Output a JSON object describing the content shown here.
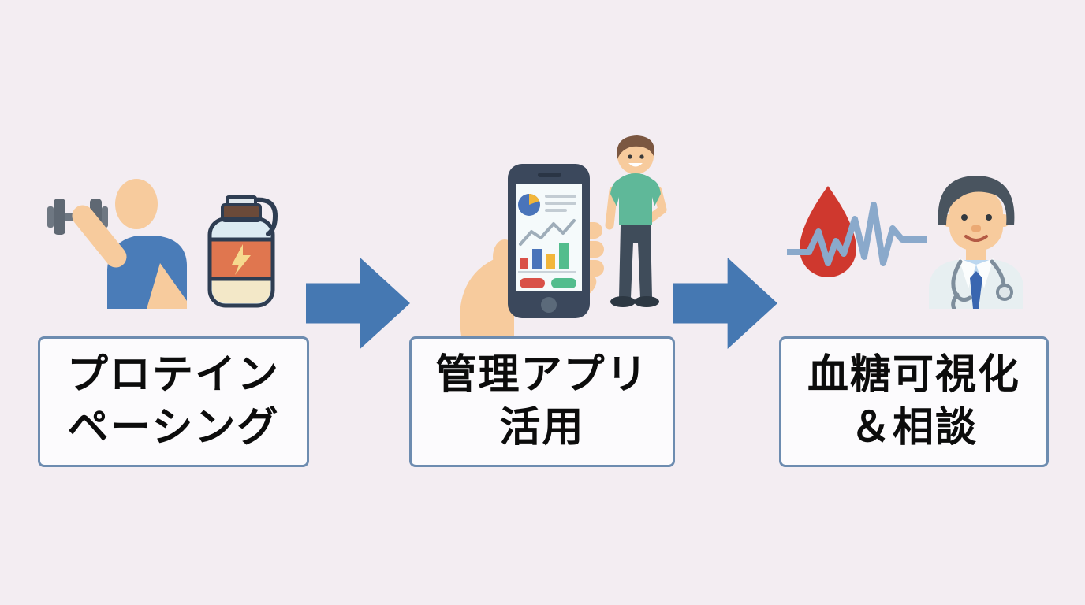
{
  "page": {
    "background_color": "#f3edf2",
    "arrow_color": "#4578b2",
    "box_border_color": "#6d8cb0",
    "box_background": "#fcfbfd",
    "text_color": "#0c0c0c"
  },
  "steps": [
    {
      "name": "protein-pacing",
      "line1": "プロテイン",
      "line2": "ペーシング",
      "icons": [
        "weightlifter-icon",
        "protein-bottle-icon"
      ]
    },
    {
      "name": "management-app",
      "line1": "管理アプリ",
      "line2": "活用",
      "icons": [
        "hand-phone-app-icon",
        "standing-person-icon"
      ]
    },
    {
      "name": "glucose-visualization-consult",
      "line1": "血糖可視化",
      "line2": "＆相談",
      "icons": [
        "blood-drop-pulse-icon",
        "doctor-icon"
      ]
    }
  ],
  "arrows": [
    {
      "name": "arrow-1",
      "direction": "right"
    },
    {
      "name": "arrow-2",
      "direction": "right"
    }
  ]
}
